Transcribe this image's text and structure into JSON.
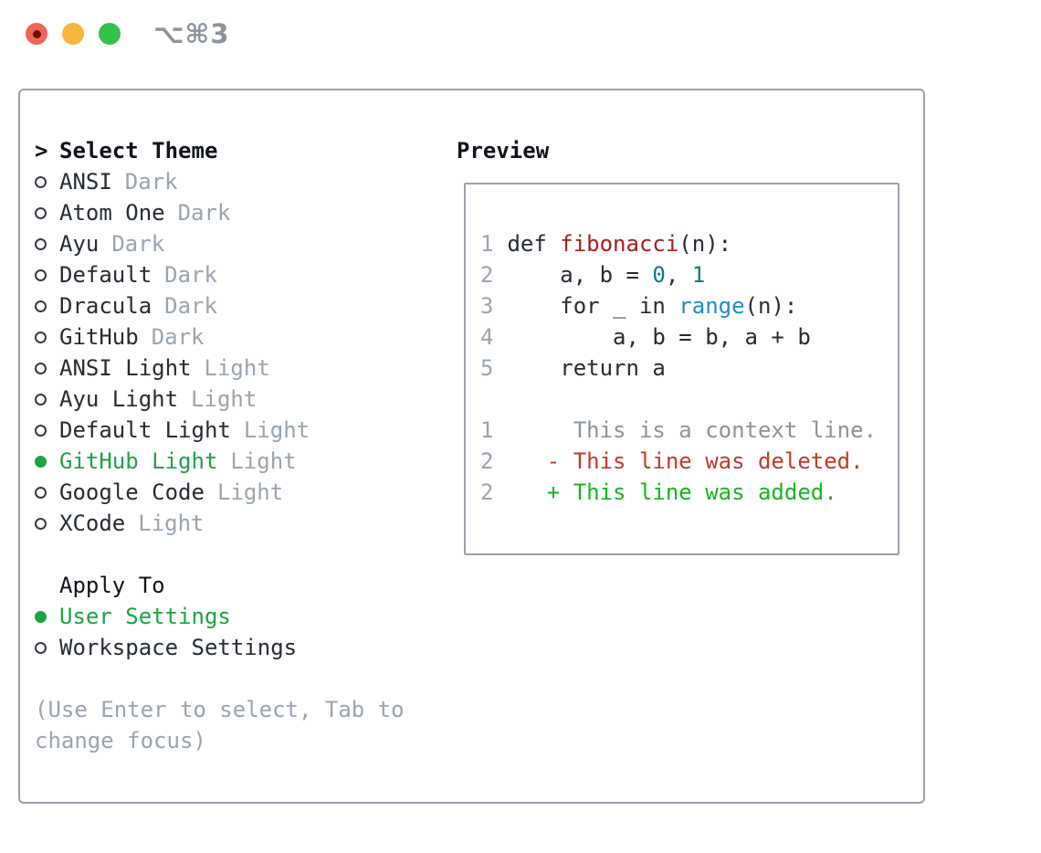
{
  "window": {
    "shortcut": "⌥⌘3"
  },
  "theme_panel": {
    "prompt": ">",
    "title": "Select Theme",
    "items": [
      {
        "name": "ANSI",
        "variant": "Dark",
        "selected": false
      },
      {
        "name": "Atom One",
        "variant": "Dark",
        "selected": false
      },
      {
        "name": "Ayu",
        "variant": "Dark",
        "selected": false
      },
      {
        "name": "Default",
        "variant": "Dark",
        "selected": false
      },
      {
        "name": "Dracula",
        "variant": "Dark",
        "selected": false
      },
      {
        "name": "GitHub",
        "variant": "Dark",
        "selected": false
      },
      {
        "name": "ANSI Light",
        "variant": "Light",
        "selected": false
      },
      {
        "name": "Ayu Light",
        "variant": "Light",
        "selected": false
      },
      {
        "name": "Default Light",
        "variant": "Light",
        "selected": false
      },
      {
        "name": "GitHub Light",
        "variant": "Light",
        "selected": true
      },
      {
        "name": "Google Code",
        "variant": "Light",
        "selected": false
      },
      {
        "name": "XCode",
        "variant": "Light",
        "selected": false
      }
    ],
    "apply_to": {
      "title": "Apply To",
      "options": [
        {
          "label": "User Settings",
          "selected": true
        },
        {
          "label": "Workspace Settings",
          "selected": false
        }
      ]
    },
    "hint_lines": [
      "(Use Enter to select, Tab to",
      "change focus)"
    ]
  },
  "preview_panel": {
    "title": "Preview",
    "lines": [
      {
        "num": "1",
        "segments": [
          {
            "text": " def ",
            "style": "plain"
          },
          {
            "text": "fibonacci",
            "style": "func"
          },
          {
            "text": "(n):",
            "style": "plain"
          }
        ]
      },
      {
        "num": "2",
        "segments": [
          {
            "text": "     a, b = ",
            "style": "plain"
          },
          {
            "text": "0",
            "style": "num"
          },
          {
            "text": ", ",
            "style": "plain"
          },
          {
            "text": "1",
            "style": "num"
          }
        ]
      },
      {
        "num": "3",
        "segments": [
          {
            "text": "     for _ in ",
            "style": "plain"
          },
          {
            "text": "range",
            "style": "call"
          },
          {
            "text": "(n):",
            "style": "plain"
          }
        ]
      },
      {
        "num": "4",
        "segments": [
          {
            "text": "         a, b = b, a + b",
            "style": "plain"
          }
        ]
      },
      {
        "num": "5",
        "segments": [
          {
            "text": "     return a",
            "style": "plain"
          }
        ]
      },
      {
        "num": "",
        "segments": []
      },
      {
        "num": "1",
        "segments": [
          {
            "text": "      This is a context line.",
            "style": "context"
          }
        ]
      },
      {
        "num": "2",
        "segments": [
          {
            "text": "    - This line was deleted.",
            "style": "deleted"
          }
        ]
      },
      {
        "num": "2",
        "segments": [
          {
            "text": "    + This line was added.",
            "style": "added"
          }
        ]
      }
    ]
  },
  "colors": {
    "accent_green": "#1da344",
    "diff_added_green": "#12b71f",
    "diff_deleted_red": "#c43a25",
    "function_red": "#a32020",
    "number_teal": "#0c7b80",
    "call_blue": "#1f8bc9",
    "text_dark": "#262c34",
    "title_black": "#10141a",
    "muted_gray": "#9aa4b0",
    "context_gray": "#8b939c",
    "panel_border": "#9aa2ad",
    "traffic_red": "#ef655a",
    "traffic_red_dot": "#6f0b06",
    "traffic_yellow": "#f6b53d",
    "traffic_green": "#35c24b",
    "shortcut_gray": "#8d939a"
  }
}
